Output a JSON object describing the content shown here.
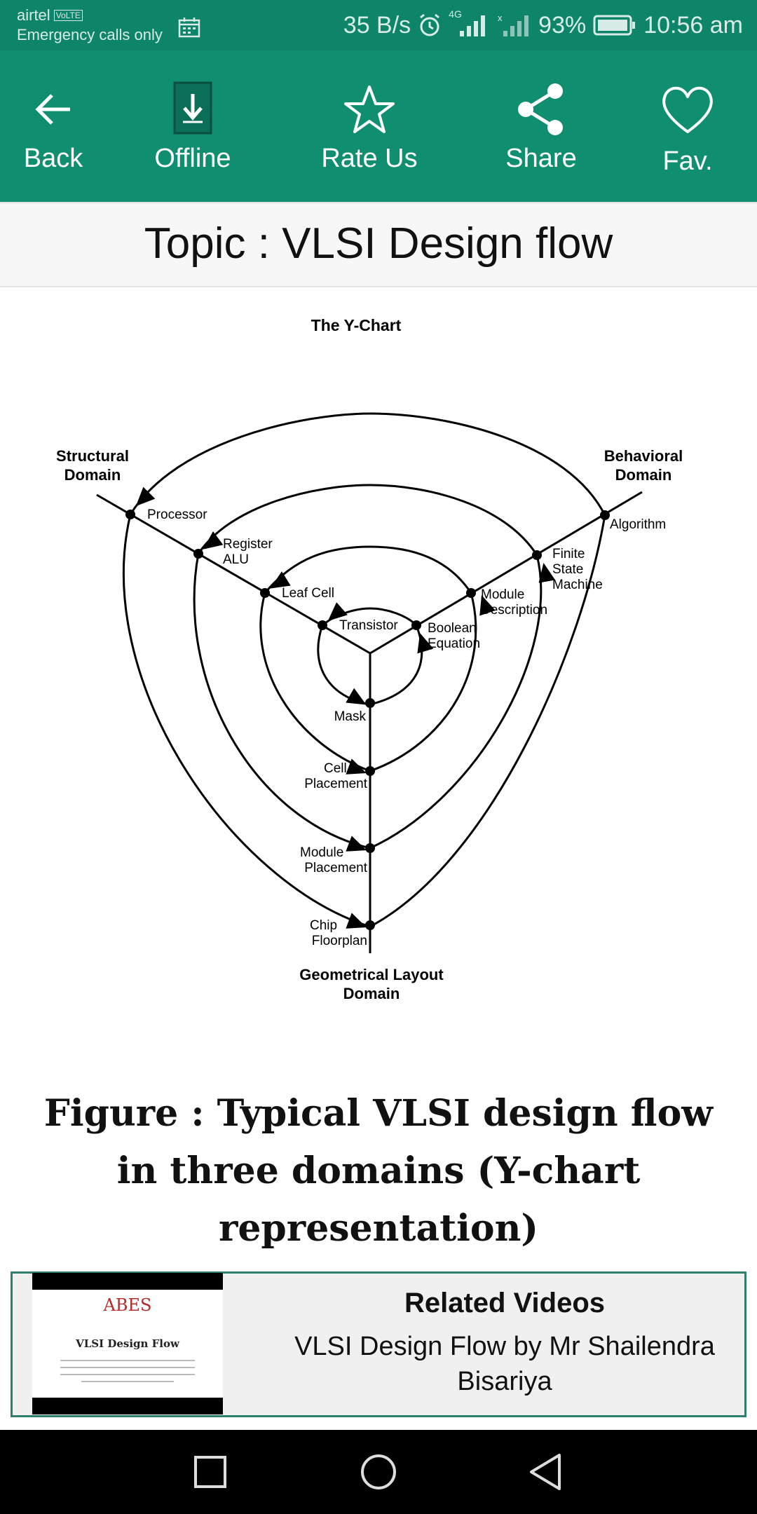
{
  "status_bar": {
    "carrier": "airtel",
    "volte": "VoLTE",
    "emergency": "Emergency calls only",
    "net_speed": "35 B/s",
    "network": "4G",
    "battery": "93%",
    "time": "10:56 am",
    "icons": [
      "calendar-icon",
      "alarm-icon",
      "signal-icon",
      "no-signal-icon",
      "battery-icon"
    ]
  },
  "toolbar": {
    "back_label": "Back",
    "offline_label": "Offline",
    "rate_label": "Rate Us",
    "share_label": "Share",
    "fav_label": "Fav."
  },
  "topic": {
    "title": "Topic : VLSI Design flow"
  },
  "figure": {
    "chart_title": "The Y-Chart",
    "structural_domain": [
      "Structural",
      "Domain"
    ],
    "behavioral_domain": [
      "Behavioral",
      "Domain"
    ],
    "geometrical_domain": [
      "Geometrical Layout",
      "Domain"
    ],
    "structural_levels": [
      [
        "Processor"
      ],
      [
        "Register",
        "ALU"
      ],
      [
        "Leaf Cell"
      ],
      [
        "Transistor"
      ]
    ],
    "behavioral_levels": [
      [
        "Algorithm"
      ],
      [
        "Finite",
        "State",
        "Machine"
      ],
      [
        "Module",
        "Description"
      ],
      [
        "Boolean",
        "Equation"
      ]
    ],
    "geometrical_levels": [
      [
        "Mask"
      ],
      [
        "Cell",
        "Placement"
      ],
      [
        "Module",
        "Placement"
      ],
      [
        "Chip",
        "Floorplan"
      ]
    ]
  },
  "caption": {
    "text": "Figure : Typical VLSI design flow in three domains (Y-chart representation)"
  },
  "related": {
    "heading": "Related Videos",
    "title": "VLSI Design Flow by Mr  Shailendra Bisariya",
    "thumb_logo": "ABES",
    "thumb_title": "VLSI Design Flow"
  },
  "colors": {
    "status_bar": "#0e8468",
    "toolbar": "#0f8f70",
    "nav_bar": "#000000"
  }
}
